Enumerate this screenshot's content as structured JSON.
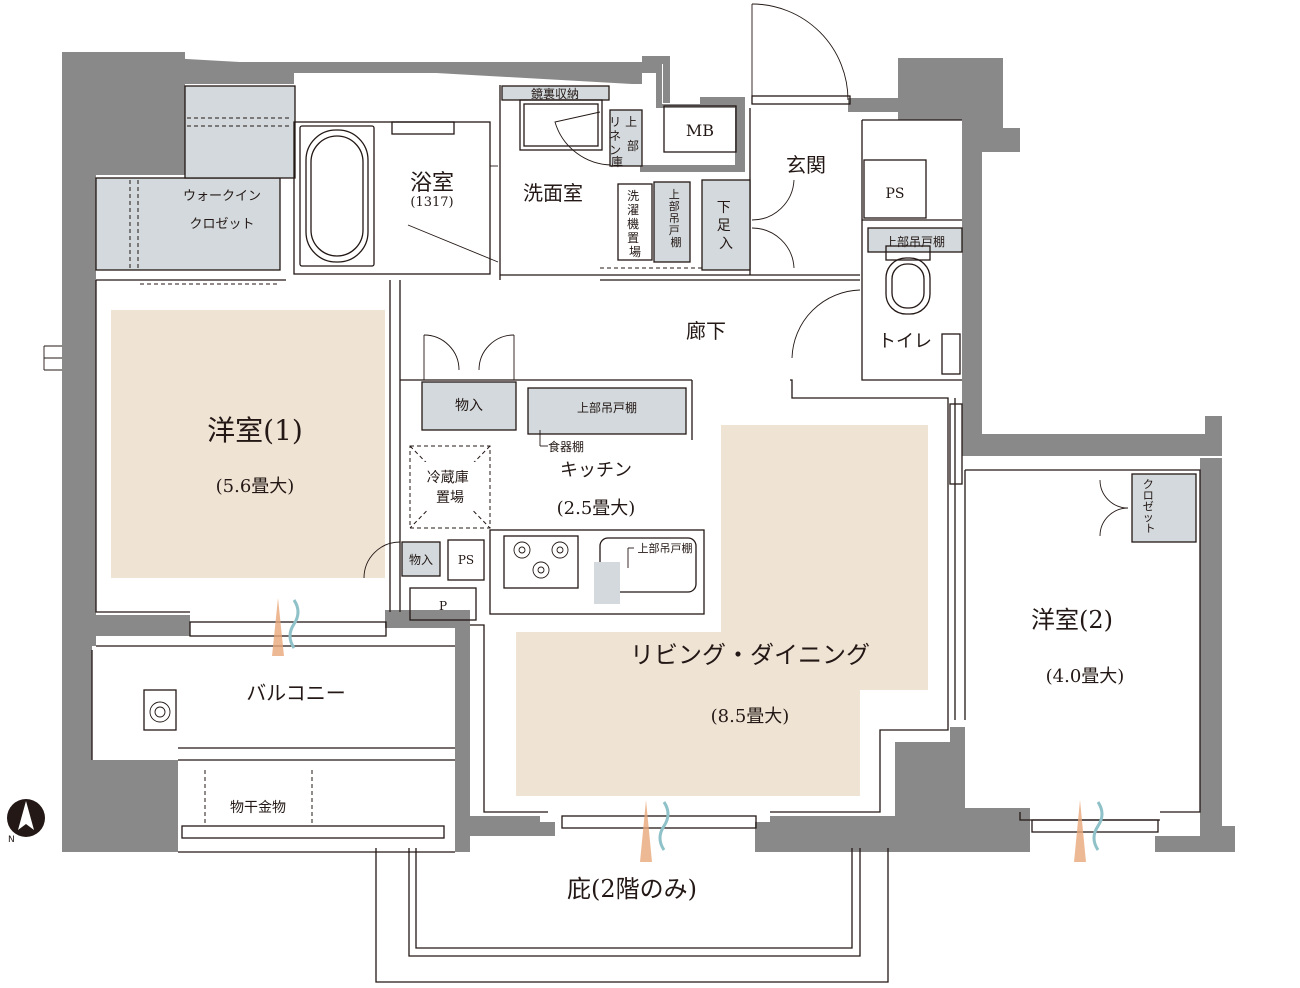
{
  "labels": {
    "walk_in_closet_1": "ウォークイン",
    "walk_in_closet_2": "クロゼット",
    "bathroom": "浴室",
    "bathroom_size": "(1317)",
    "mirror_storage": "鏡裏収納",
    "linen_storage": [
      "リ",
      "ネ",
      "ン",
      "庫"
    ],
    "upper_storage_small": [
      "上",
      "部"
    ],
    "washroom": "洗面室",
    "washing_machine": [
      "洗",
      "濯",
      "機",
      "置",
      "場"
    ],
    "upper_cupboard_vertical": [
      "上",
      "部",
      "吊",
      "戸",
      "棚"
    ],
    "shoe_storage": [
      "下",
      "足",
      "入"
    ],
    "mb": "MB",
    "entrance": "玄関",
    "ps_top": "PS",
    "toilet_cupboard": "上部吊戸棚",
    "toilet": "トイレ",
    "corridor": "廊下",
    "western_room_1": "洋室(1)",
    "western_room_1_size": "(5.6畳大)",
    "storage_1": "物入",
    "upper_cupboard_kitchen": "上部吊戸棚",
    "tableware_shelf": "食器棚",
    "fridge": [
      "冷蔵庫",
      "置場"
    ],
    "kitchen": "キッチン",
    "kitchen_size": "(2.5畳大)",
    "storage_2": "物入",
    "ps_kitchen": "PS",
    "p_label": "P",
    "upper_cupboard_sink": "上部吊戸棚",
    "living_dining": "リビング・ダイニング",
    "living_dining_size": "(8.5畳大)",
    "closet": [
      "ク",
      "ロ",
      "ゼ",
      "ッ",
      "ト"
    ],
    "western_room_2": "洋室(2)",
    "western_room_2_size": "(4.0畳大)",
    "balcony": "バルコニー",
    "laundry_hanger": "物干金物",
    "eaves": "庇(2階のみ)",
    "compass_n": "N"
  },
  "colors": {
    "wall": "#898989",
    "floor_highlight": "#efe3d4",
    "cabinet": "#d3d9dc",
    "line": "#231815",
    "airflow_warm": "#e8a87a",
    "airflow_cool": "#8fc1c8"
  },
  "icons": [
    "compass-icon",
    "gas-burner-icon",
    "airflow-icon",
    "bathtub-icon",
    "toilet-icon",
    "door-swing-icon",
    "drain-icon"
  ]
}
